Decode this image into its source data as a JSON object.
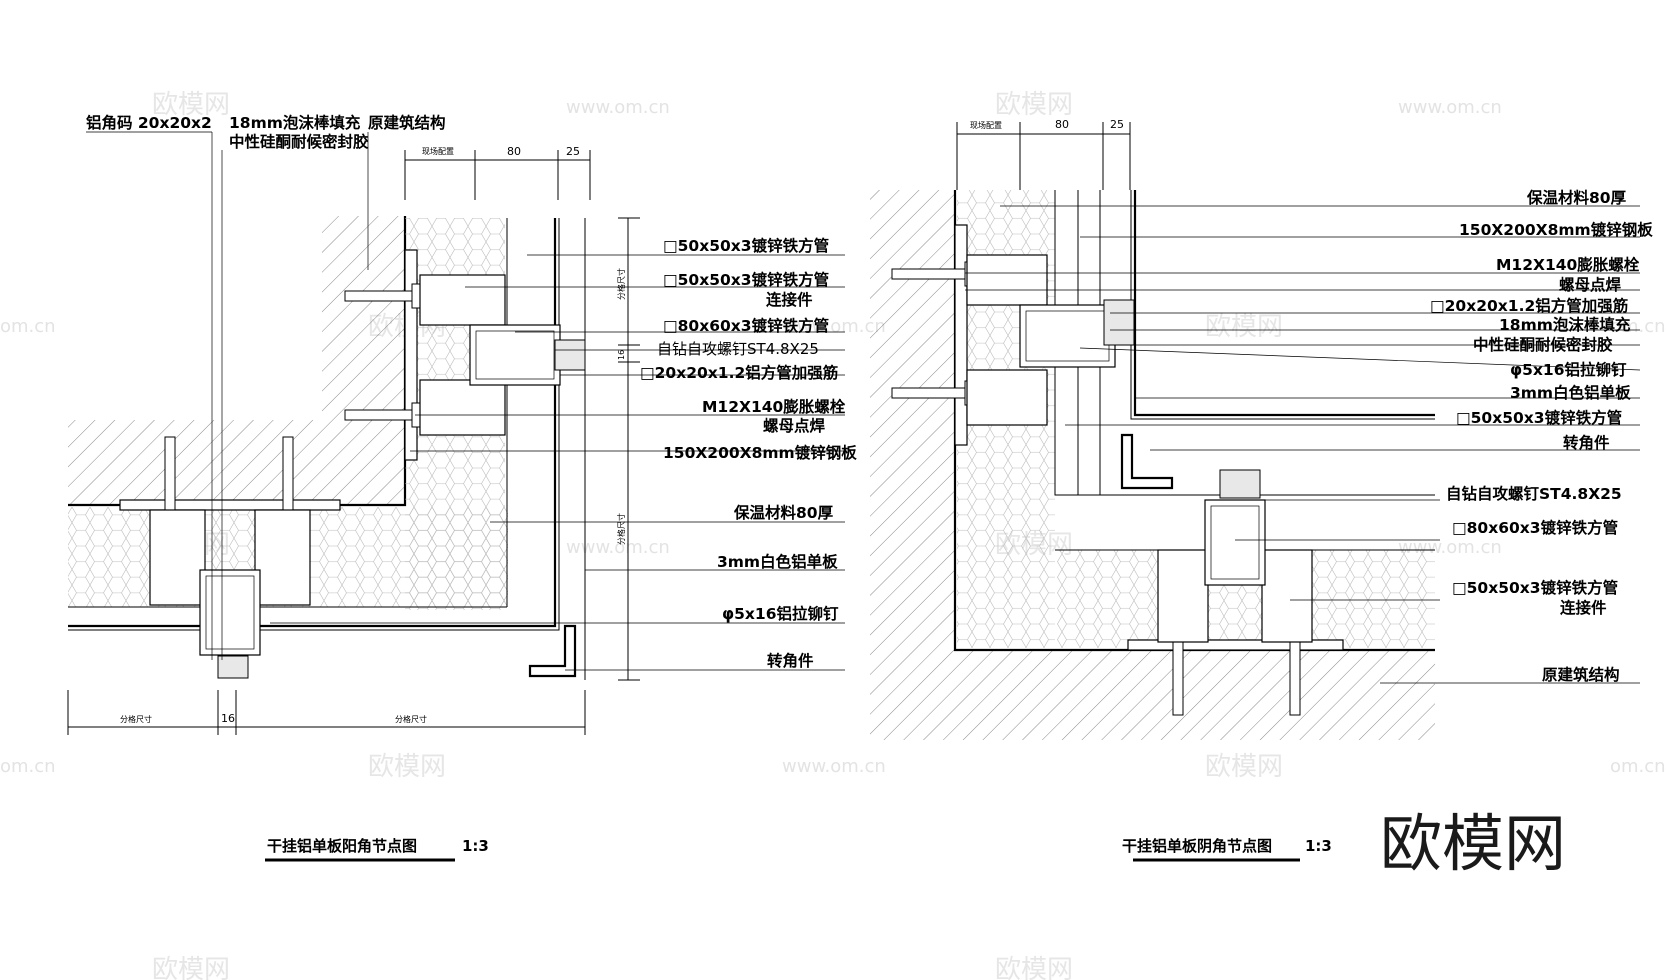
{
  "left_detail": {
    "top_labels": {
      "label_1": "铝角码 20x20x2",
      "label_2": "18mm泡沫棒填充",
      "label_2b": "中性硅酮耐候密封胶",
      "label_3": "原建筑结构"
    },
    "top_dims": [
      "现场配置",
      "80",
      "25"
    ],
    "side_dims": [
      "分格尺寸",
      "16",
      "分格尺寸"
    ],
    "bottom_dims": [
      "分格尺寸",
      "16",
      "分格尺寸"
    ],
    "callouts": [
      "□50x50x3镀锌铁方管",
      "□50x50x3镀锌铁方管",
      "连接件",
      "□80x60x3镀锌铁方管",
      "自钻自攻螺钉ST4.8X25",
      "□20x20x1.2铝方管加强筋",
      "M12X140膨胀螺栓",
      "螺母点焊",
      "150X200X8mm镀锌钢板",
      "保温材料80厚",
      "3mm白色铝单板",
      "φ5x16铝拉铆钉",
      "转角件"
    ],
    "title": "干挂铝单板阳角节点图",
    "scale": "1:3"
  },
  "right_detail": {
    "top_dims": [
      "现场配置",
      "80",
      "25"
    ],
    "callouts": [
      "保温材料80厚",
      "150X200X8mm镀锌钢板",
      "M12X140膨胀螺栓",
      "螺母点焊",
      "□20x20x1.2铝方管加强筋",
      "18mm泡沫棒填充",
      "中性硅酮耐候密封胶",
      "φ5x16铝拉铆钉",
      "3mm白色铝单板",
      "□50x50x3镀锌铁方管",
      "转角件",
      "自钻自攻螺钉ST4.8X25",
      "□80x60x3镀锌铁方管",
      "□50x50x3镀锌铁方管",
      "连接件",
      "原建筑结构"
    ],
    "title": "干挂铝单板阴角节点图",
    "scale": "1:3"
  },
  "watermark": {
    "brand": "欧模网",
    "url": "www.om.cn",
    "url_short": "om.cn"
  }
}
